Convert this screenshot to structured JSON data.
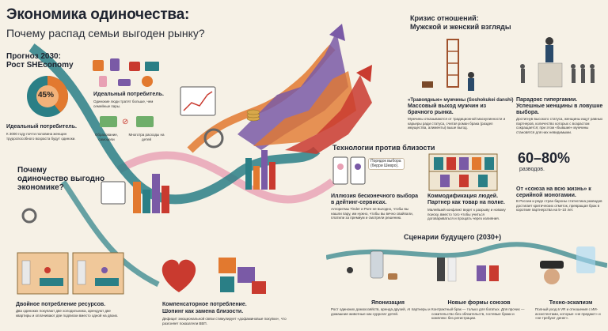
{
  "header": {
    "title": "Экономика одиночества:",
    "subtitle": "Почему распад семьи выгоден рынку?"
  },
  "forecast": {
    "title_line1": "Прогноз 2030:",
    "title_line2": "Рост SHEconomy",
    "percent": "45%",
    "ideal_consumer_title": "Идеальный потребитель.",
    "ideal_consumer_text": "К 3000 году почти половина женщин трудоспособного возраста будут одиноки."
  },
  "ideal": {
    "title": "Идеальный потребитель.",
    "text": "Одинокие люди тратят больше, чем семейные пары.",
    "edu_label": "Образование, самоцели",
    "spend_label": "Многотра расходы на детей"
  },
  "why": {
    "title_line1": "Почему",
    "title_line2": "одиночество выгодно",
    "title_line3": "экономике?"
  },
  "double": {
    "title": "Двойное потребление ресурсов.",
    "text": "Два одиноких покупают две холодильника, арендуют две квартиры и оплачивают две подписки вместо одной на двоих."
  },
  "compensatory": {
    "title": "Компенсаторное потребление.",
    "subtitle": "Шопинг как замена близости.",
    "text": "Дефицит эмоциональной связи стимулирует «дофаминовые покупки», что разгоняет показатели ВВП."
  },
  "crisis": {
    "title_line1": "Кризис отношений:",
    "title_line2": "Мужской и женский взгляды",
    "men_title": "«Травоядные» мужчины (Soshokukei danshi)",
    "men_sub": "Массовый выход мужчин из брачного рынка.",
    "men_text": "Мужчины отказываются от традиционной маскулинности и карьеры ради статуса, считая роман брака (раздел имущества, алименты) выше выгод.",
    "women_title": "Парадокс гипергамии.",
    "women_sub": "Успешные женщины в ловушке выбора.",
    "women_text": "Достигнув высокого статуса, женщины ищут равных партнеров, количество которых с возрастом сокращается; при этом «бывшие» мужчины становятся для них невидимыми."
  },
  "tech": {
    "title": "Технологии против близости",
    "bubble": "Порядок выбора (берри Шевро).",
    "illusion_title": "Иллюзия бесконечного выбора в дейтинг-сервисах.",
    "illusion_text": "Алгоритмы Tinder и Pure не выгодно, чтобы вы нашли пару, им нужно, чтобы вы вечно свайпали, платили за премиум и смотрели решению.",
    "commod_title": "Коммодификация людей.",
    "commod_sub": "Партнер как товар на полке.",
    "commod_text": "Малейший конфликт ведет к разрыву и новому поиску, вместо того чтобы учиться договариваться и прощать через излияния."
  },
  "stats": {
    "range": "60–80%",
    "label": "разводов.",
    "union_title": "От «союза на всю жизнь» к серийной моногамии.",
    "union_text": "В России и ряде стран бароны статистика разводов достигает критических отметок, превращая брак в короткие партнерства на 5–10 лет."
  },
  "future": {
    "title": "Сценарии будущего (2030+)",
    "japan_title": "Японизация",
    "japan_text": "Рост одиноких домохозяйств, аренда друзей, AI партнеры и домашние животные как суррогат детей.",
    "unions_title": "Новые формы союзов",
    "unions_text": "Контрактный брак — только для богатых. Для прочих — сожительство без обязательств, гостевые браки и комплекс без регистрации.",
    "escapism_title": "Техно-эскапизм",
    "escapism_text": "Полный уход в VR и отношения с ИИ-ассистентами, которые «не предают» и «не требуют денег»."
  },
  "colors": {
    "teal": "#2a7f86",
    "orange": "#e2792f",
    "purple": "#7a5aa6",
    "red": "#c93a2f",
    "cream": "#f6f1e6"
  }
}
